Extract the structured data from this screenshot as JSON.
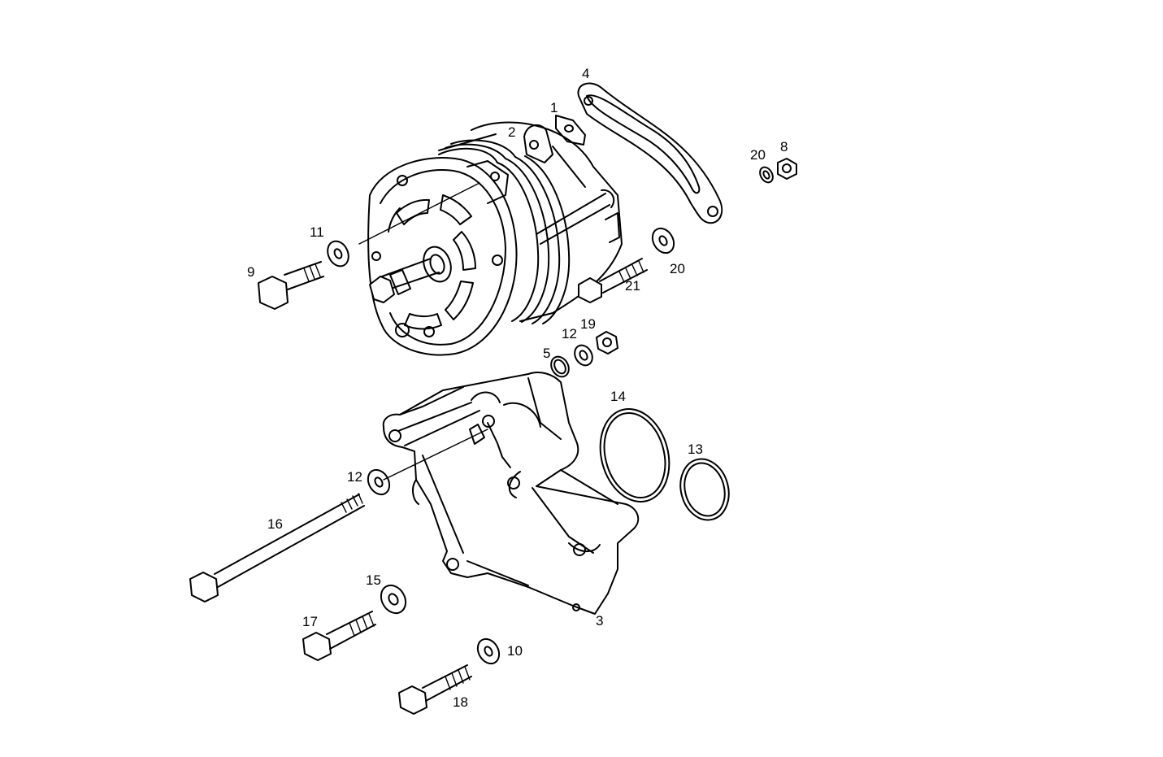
{
  "callouts": {
    "c1": "1",
    "c2": "2",
    "c3": "3",
    "c4": "4",
    "c5": "5",
    "c8": "8",
    "c9": "9",
    "c10": "10",
    "c11": "11",
    "c12a": "12",
    "c12b": "12",
    "c13": "13",
    "c14": "14",
    "c15": "15",
    "c16": "16",
    "c17": "17",
    "c18": "18",
    "c19": "19",
    "c20a": "20",
    "c20b": "20",
    "c21": "21"
  }
}
